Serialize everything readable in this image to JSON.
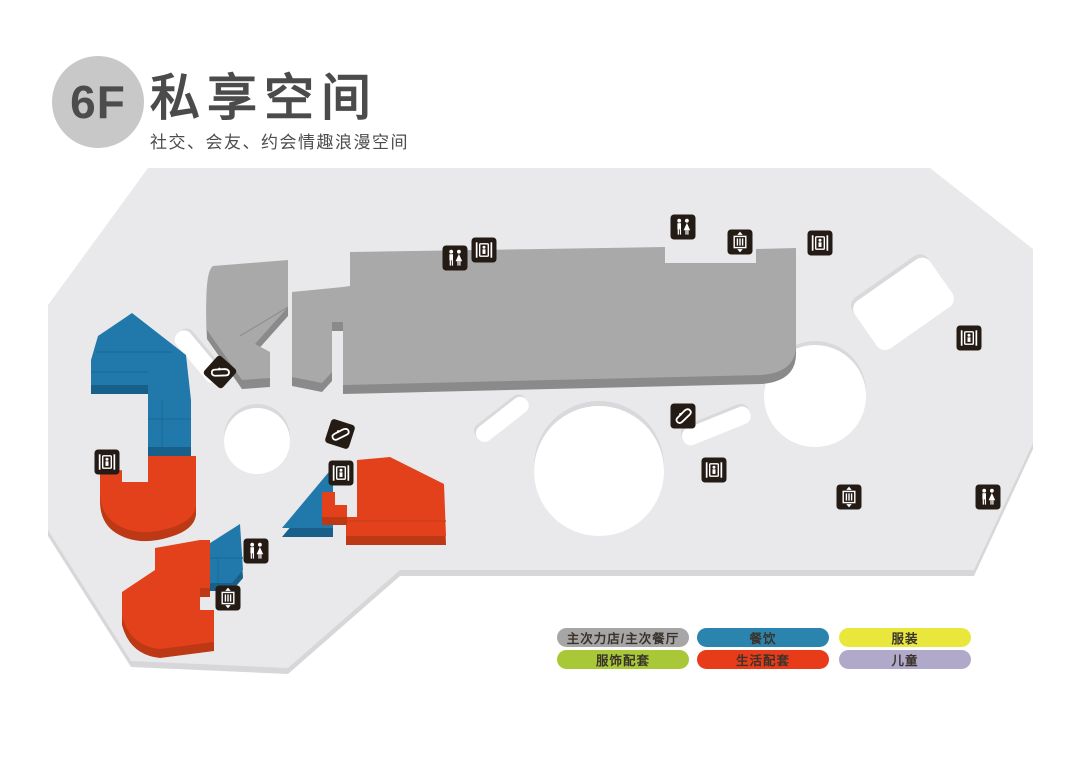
{
  "header": {
    "floor": "6F",
    "title": "私享空间",
    "subtitle": "社交、会友、约会情趣浪漫空间"
  },
  "legend": {
    "items": [
      {
        "label": "主次力店/主次餐厅",
        "color": "#a6a6a6"
      },
      {
        "label": "餐饮",
        "color": "#2b84ad"
      },
      {
        "label": "服装",
        "color": "#e9e73c"
      },
      {
        "label": "服饰配套",
        "color": "#a8c838"
      },
      {
        "label": "生活配套",
        "color": "#e83b1a"
      },
      {
        "label": "儿童",
        "color": "#b1a9ca"
      }
    ]
  },
  "map": {
    "floor_plate_color": "#e9e9eb",
    "anchor_color": "#a9a9a9",
    "dining_color": "#2179ab",
    "life_service_color": "#e2411c",
    "icon_tile_color": "#241b15",
    "icon_types": [
      "restroom",
      "elevator",
      "elevator-updown",
      "escalator"
    ]
  }
}
